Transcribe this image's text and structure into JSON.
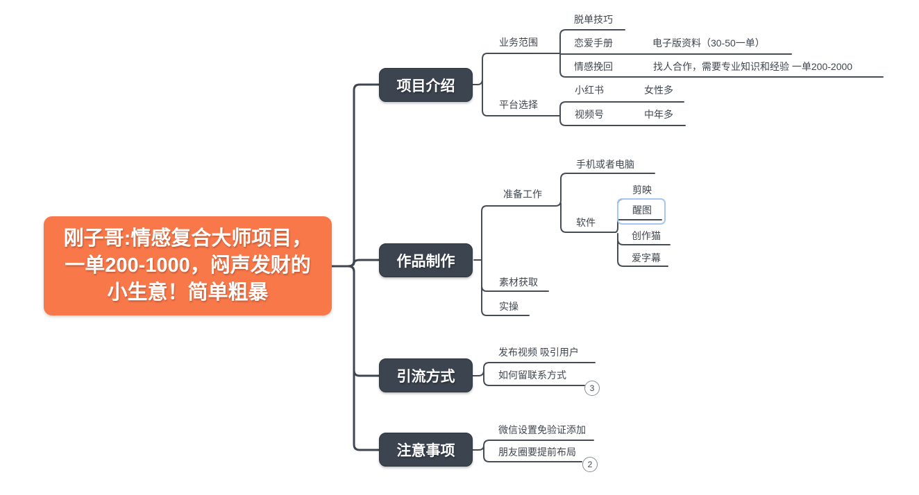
{
  "app": {
    "kind": "mind-map-canvas"
  },
  "palette": {
    "canvas": "#ffffff",
    "root-fill": "#f8784a",
    "branch-fill": "#3c4450",
    "node-text": "#ffffff",
    "line-thick": "#3e4651",
    "line-thin": "#454c56",
    "label-text": "#3f464e",
    "selection": "#a6c5f0",
    "badge-border": "#858c95"
  },
  "root": {
    "label": "刚子哥:情感复合大师项目，一单200-1000，闷声发财的小生意！简单粗暴",
    "lines": [
      "刚子哥:情感复合大师项目，",
      "一单200-1000，闷声发财的",
      "小生意！简单粗暴"
    ]
  },
  "branches": [
    {
      "label": "项目介绍",
      "children": [
        {
          "label": "业务范围",
          "children": [
            {
              "label": "脱单技巧"
            },
            {
              "label": "恋爱手册",
              "children": [
                {
                  "label": "电子版资料（30-50一单）"
                }
              ]
            },
            {
              "label": "情感挽回",
              "children": [
                {
                  "label": "找人合作，需要专业知识和经验 一单200-2000"
                }
              ]
            }
          ]
        },
        {
          "label": "平台选择",
          "children": [
            {
              "label": "小红书",
              "children": [
                {
                  "label": "女性多"
                }
              ]
            },
            {
              "label": "视频号",
              "children": [
                {
                  "label": "中年多"
                }
              ]
            }
          ]
        }
      ]
    },
    {
      "label": "作品制作",
      "children": [
        {
          "label": "准备工作",
          "children": [
            {
              "label": "手机或者电脑"
            },
            {
              "label": "软件",
              "children": [
                {
                  "label": "剪映"
                },
                {
                  "label": "醒图",
                  "selected": true
                },
                {
                  "label": "创作猫"
                },
                {
                  "label": "爱字幕"
                }
              ]
            }
          ]
        },
        {
          "label": "素材获取"
        },
        {
          "label": "实操"
        }
      ]
    },
    {
      "label": "引流方式",
      "children": [
        {
          "label": "发布视频 吸引用户"
        },
        {
          "label": "如何留联系方式",
          "collapsed_count": "3"
        }
      ]
    },
    {
      "label": "注意事项",
      "children": [
        {
          "label": "微信设置免验证添加"
        },
        {
          "label": "朋友圈要提前布局",
          "collapsed_count": "2"
        }
      ]
    }
  ]
}
